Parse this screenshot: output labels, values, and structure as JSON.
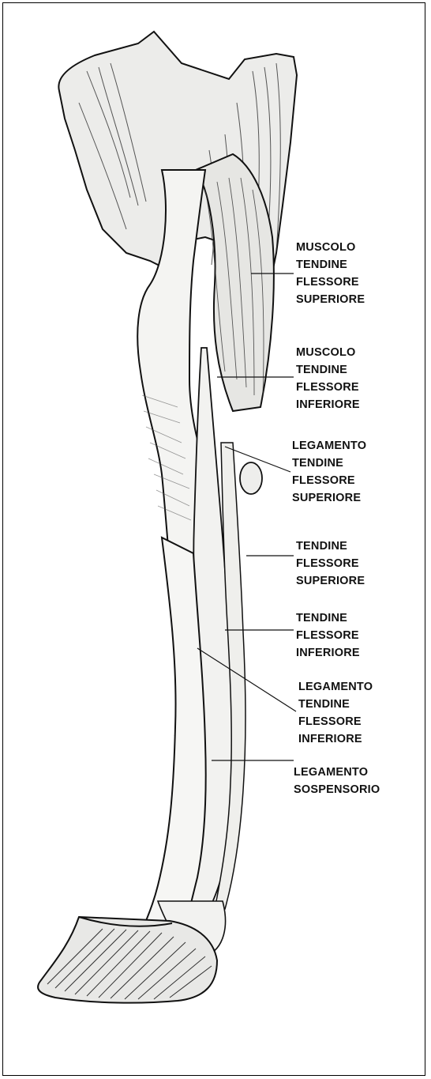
{
  "labels": [
    {
      "id": "muscolo-tendine-flessore-superiore",
      "lines": [
        "MUSCOLO",
        "TENDINE",
        "FLESSORE",
        "SUPERIORE"
      ]
    },
    {
      "id": "muscolo-tendine-flessore-inferiore",
      "lines": [
        "MUSCOLO",
        "TENDINE",
        "FLESSORE",
        "INFERIORE"
      ]
    },
    {
      "id": "legamento-tendine-flessore-superiore",
      "lines": [
        "LEGAMENTO",
        "TENDINE",
        "FLESSORE",
        "SUPERIORE"
      ]
    },
    {
      "id": "tendine-flessore-superiore",
      "lines": [
        "TENDINE",
        "FLESSORE",
        "SUPERIORE"
      ]
    },
    {
      "id": "tendine-flessore-inferiore",
      "lines": [
        "TENDINE",
        "FLESSORE",
        "INFERIORE"
      ]
    },
    {
      "id": "legamento-tendine-flessore-inferiore",
      "lines": [
        "LEGAMENTO",
        "TENDINE",
        "FLESSORE",
        "INFERIORE"
      ]
    },
    {
      "id": "legamento-sospensorio",
      "lines": [
        "LEGAMENTO",
        "SOSPENSORIO"
      ]
    }
  ],
  "colors": {
    "ink": "#111111",
    "paper": "#ffffff",
    "tendon": "#f4f4f2",
    "muscle": "#e8e8e6"
  }
}
